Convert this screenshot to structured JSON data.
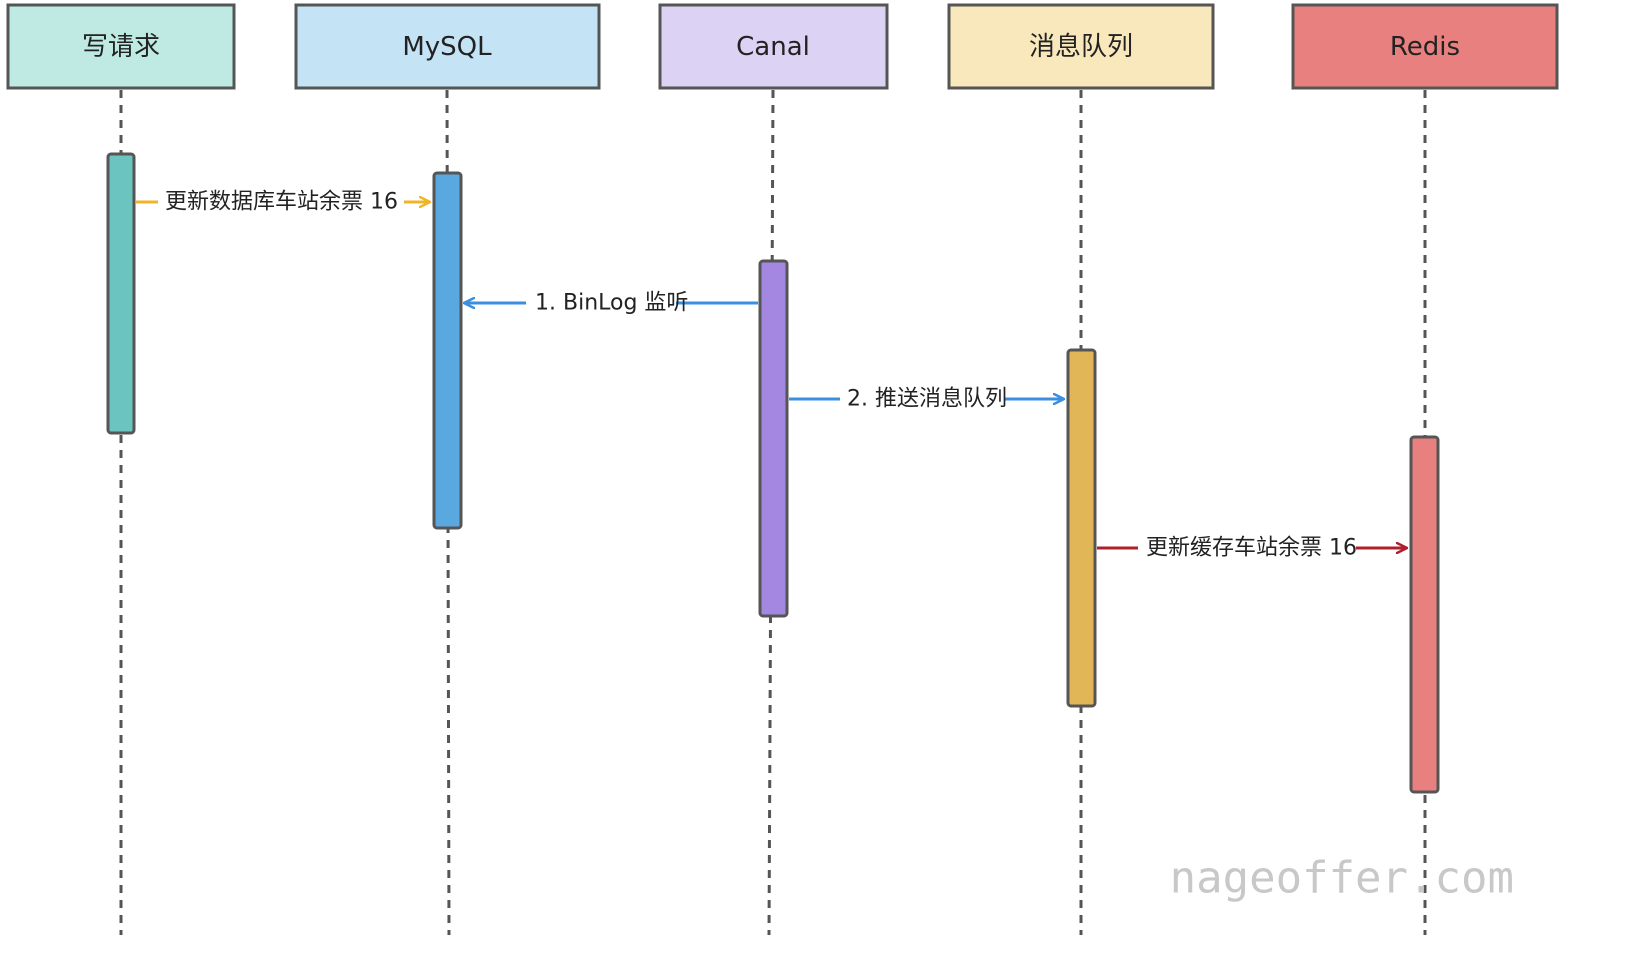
{
  "actors": [
    {
      "name": "写请求",
      "fill": "#bfeae3"
    },
    {
      "name": "MySQL",
      "fill": "#c4e4f6"
    },
    {
      "name": "Canal",
      "fill": "#dcd2f4"
    },
    {
      "name": "消息队列",
      "fill": "#f8e8bc"
    },
    {
      "name": "Redis",
      "fill": "#e88080"
    }
  ],
  "activation_colors": [
    "#6bc4c0",
    "#5aa8e0",
    "#a487e0",
    "#e0b656",
    "#e88080"
  ],
  "messages": [
    {
      "label": "更新数据库车站余票 16",
      "color": "#f0b429"
    },
    {
      "label": "1. BinLog 监听",
      "color": "#3b8fe0"
    },
    {
      "label": "2. 推送消息队列",
      "color": "#3b8fe0"
    },
    {
      "label": "更新缓存车站余票 16",
      "color": "#b0202c"
    }
  ],
  "watermark": "nageoffer.com"
}
